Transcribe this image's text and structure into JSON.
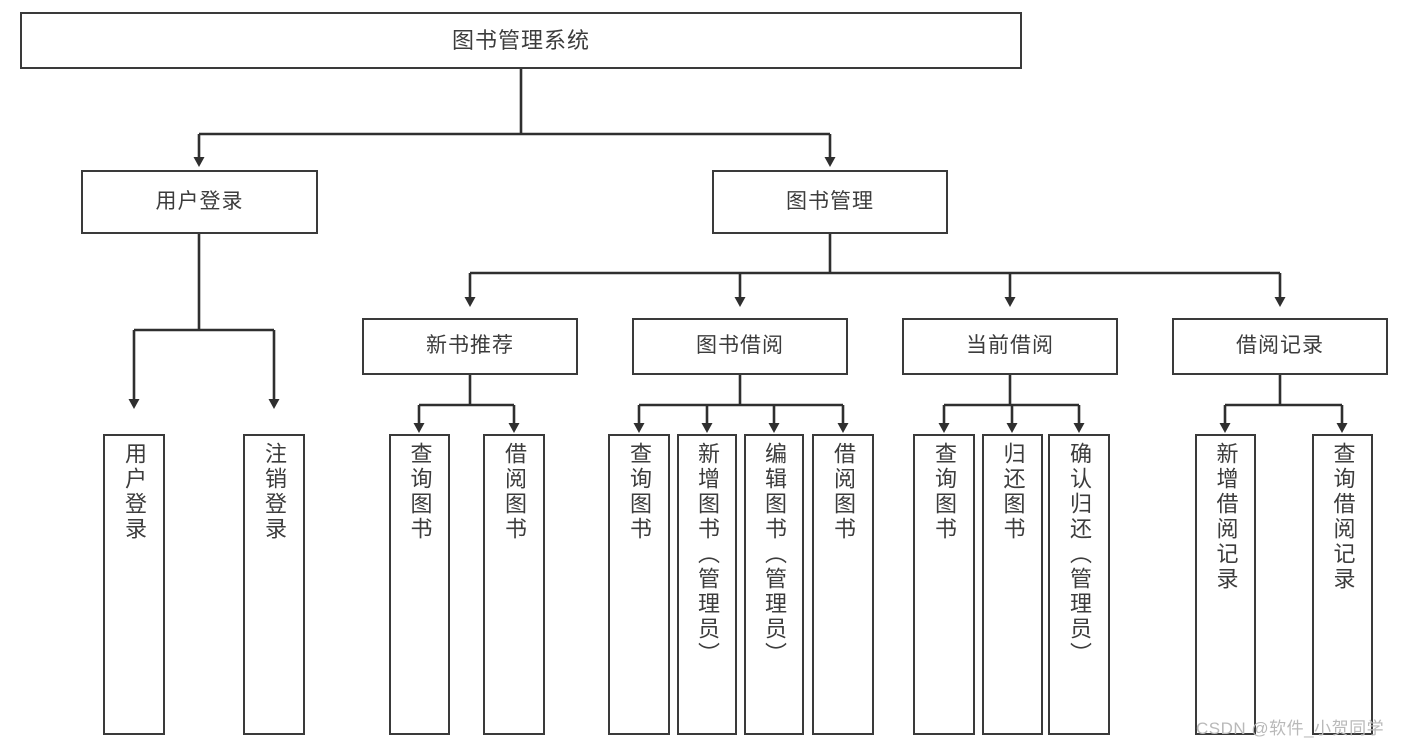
{
  "diagram": {
    "type": "tree-hierarchy",
    "title": "图书管理系统",
    "watermark": "CSDN @软件_小贺同学",
    "colors": {
      "background": "#ffffff",
      "box_border": "#3a3a3a",
      "box_fill": "#ffffff",
      "text": "#3c3c3c",
      "edge": "#2f2f2f",
      "watermark": "#b9b9b9"
    },
    "nodes": {
      "root": {
        "id": "root",
        "label": "图书管理系统",
        "orientation": "horizontal"
      },
      "level2": [
        {
          "id": "user-login",
          "label": "用户登录",
          "orientation": "horizontal"
        },
        {
          "id": "book-manage",
          "label": "图书管理",
          "orientation": "horizontal"
        }
      ],
      "level3": [
        {
          "id": "new-book-recommend",
          "label": "新书推荐",
          "orientation": "horizontal"
        },
        {
          "id": "book-borrow",
          "label": "图书借阅",
          "orientation": "horizontal"
        },
        {
          "id": "current-borrow",
          "label": "当前借阅",
          "orientation": "horizontal"
        },
        {
          "id": "borrow-record",
          "label": "借阅记录",
          "orientation": "horizontal"
        }
      ],
      "leaves": [
        {
          "id": "leaf-user-login",
          "label": "用户登录",
          "parent": "user-login",
          "orientation": "vertical"
        },
        {
          "id": "leaf-user-logout",
          "label": "注销登录",
          "parent": "user-login",
          "orientation": "vertical"
        },
        {
          "id": "leaf-query-book-1",
          "label": "查询图书",
          "parent": "new-book-recommend",
          "orientation": "vertical"
        },
        {
          "id": "leaf-borrow-book-1",
          "label": "借阅图书",
          "parent": "new-book-recommend",
          "orientation": "vertical"
        },
        {
          "id": "leaf-query-book-2",
          "label": "查询图书",
          "parent": "book-borrow",
          "orientation": "vertical"
        },
        {
          "id": "leaf-add-book",
          "label": "新增图书（管理员）",
          "parent": "book-borrow",
          "orientation": "vertical"
        },
        {
          "id": "leaf-edit-book",
          "label": "编辑图书（管理员）",
          "parent": "book-borrow",
          "orientation": "vertical"
        },
        {
          "id": "leaf-borrow-book-2",
          "label": "借阅图书",
          "parent": "book-borrow",
          "orientation": "vertical"
        },
        {
          "id": "leaf-query-book-3",
          "label": "查询图书",
          "parent": "current-borrow",
          "orientation": "vertical"
        },
        {
          "id": "leaf-return-book",
          "label": "归还图书",
          "parent": "current-borrow",
          "orientation": "vertical"
        },
        {
          "id": "leaf-confirm-return",
          "label": "确认归还（管理员）",
          "parent": "current-borrow",
          "orientation": "vertical"
        },
        {
          "id": "leaf-add-record",
          "label": "新增借阅记录",
          "parent": "borrow-record",
          "orientation": "vertical"
        },
        {
          "id": "leaf-query-record",
          "label": "查询借阅记录",
          "parent": "borrow-record",
          "orientation": "vertical"
        }
      ]
    }
  }
}
